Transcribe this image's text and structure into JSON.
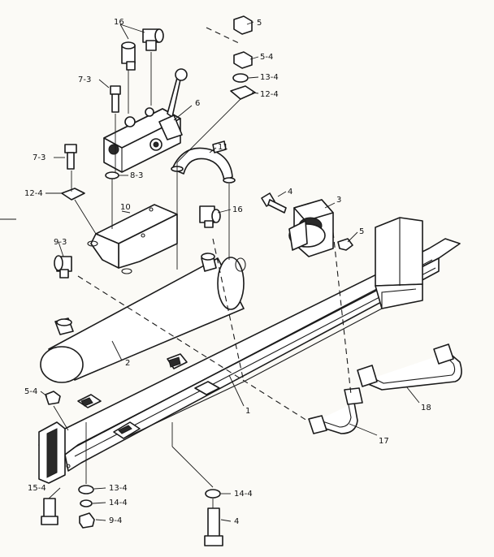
{
  "parts": [
    {
      "id": "p1",
      "label": "1"
    },
    {
      "id": "p2",
      "label": "2"
    },
    {
      "id": "p3",
      "label": "3"
    },
    {
      "id": "p4a",
      "label": "4"
    },
    {
      "id": "p4b",
      "label": "4"
    },
    {
      "id": "p5a",
      "label": "5"
    },
    {
      "id": "p5b",
      "label": "5"
    },
    {
      "id": "p54a",
      "label": "5-4"
    },
    {
      "id": "p54b",
      "label": "5-4"
    },
    {
      "id": "p6",
      "label": "6"
    },
    {
      "id": "p73a",
      "label": "7-3"
    },
    {
      "id": "p73b",
      "label": "7-3"
    },
    {
      "id": "p83",
      "label": "8-3"
    },
    {
      "id": "p93",
      "label": "9-3"
    },
    {
      "id": "p94",
      "label": "9-4"
    },
    {
      "id": "p10",
      "label": "10"
    },
    {
      "id": "p11",
      "label": "11"
    },
    {
      "id": "p124a",
      "label": "12-4"
    },
    {
      "id": "p124b",
      "label": "12-4"
    },
    {
      "id": "p134a",
      "label": "13-4"
    },
    {
      "id": "p134b",
      "label": "13-4"
    },
    {
      "id": "p144a",
      "label": "14-4"
    },
    {
      "id": "p144b",
      "label": "14-4"
    },
    {
      "id": "p154",
      "label": "15-4"
    },
    {
      "id": "p16a",
      "label": "16"
    },
    {
      "id": "p16b",
      "label": "16"
    },
    {
      "id": "p17",
      "label": "17"
    },
    {
      "id": "p18",
      "label": "18"
    }
  ]
}
